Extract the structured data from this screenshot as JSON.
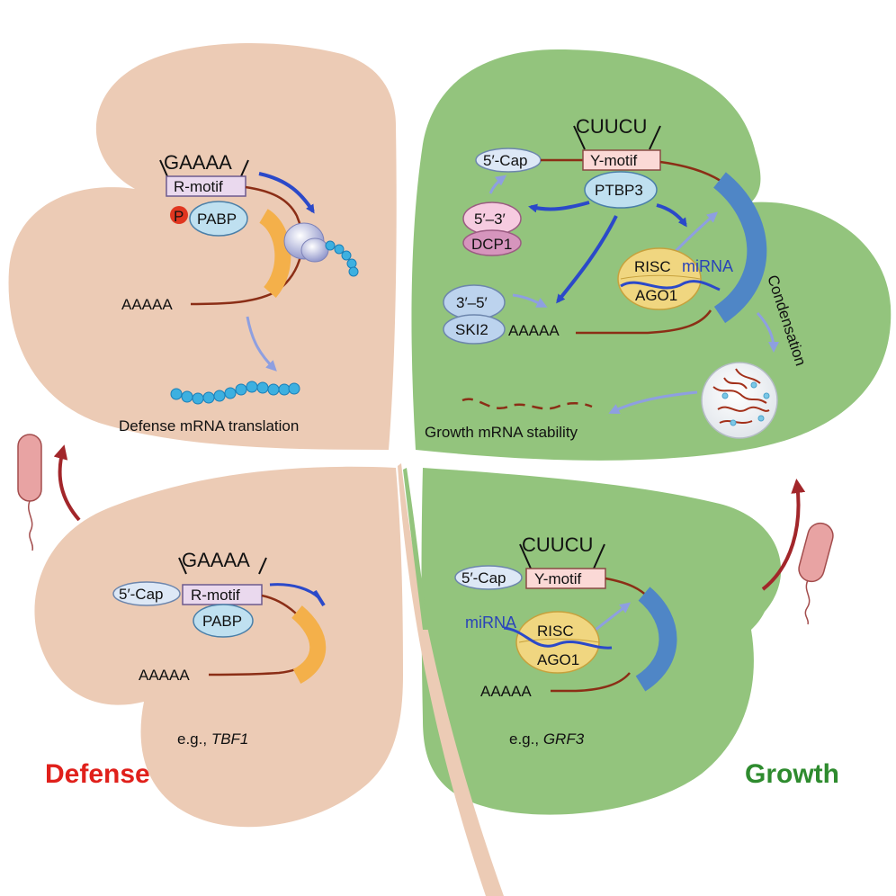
{
  "colors": {
    "defense_leaf": "#eccbb5",
    "growth_leaf": "#93c47d",
    "defense_title": "#e0201b",
    "growth_title": "#2e8b2e",
    "condensation_bar": "#4f86c6",
    "mrna_line": "#8b2e16",
    "arrow_dark": "#2b49c9",
    "arrow_light": "#8e9fe0",
    "bacteria": "#e8a3a3"
  },
  "titles": {
    "defense": "Defense",
    "growth": "Growth"
  },
  "defense_top": {
    "motif_seq": "GAAAA",
    "motif_box": "R-motif",
    "phospho": "P",
    "protein": "PABP",
    "polyA": "AAAAA",
    "caption": "Defense mRNA translation"
  },
  "defense_bottom": {
    "motif_seq": "GAAAA",
    "cap": "5′-Cap",
    "motif_box": "R-motif",
    "protein": "PABP",
    "polyA": "AAAAA",
    "example_prefix": "e.g., ",
    "example_gene": "TBF1"
  },
  "growth_top": {
    "motif_seq": "CUUCU",
    "cap": "5′-Cap",
    "motif_box": "Y-motif",
    "protein": "PTBP3",
    "decay53": "5′–3′",
    "dcp1": "DCP1",
    "decay35": "3′–5′",
    "ski2": "SKI2",
    "polyA": "AAAAA",
    "risc": "RISC",
    "ago1": "AGO1",
    "mirna": "miRNA",
    "condensation": "Condensation",
    "caption": "Growth mRNA stability"
  },
  "growth_bottom": {
    "motif_seq": "CUUCU",
    "cap": "5′-Cap",
    "motif_box": "Y-motif",
    "mirna": "miRNA",
    "risc": "RISC",
    "ago1": "AGO1",
    "polyA": "AAAAA",
    "example_prefix": "e.g., ",
    "example_gene": "GRF3"
  }
}
